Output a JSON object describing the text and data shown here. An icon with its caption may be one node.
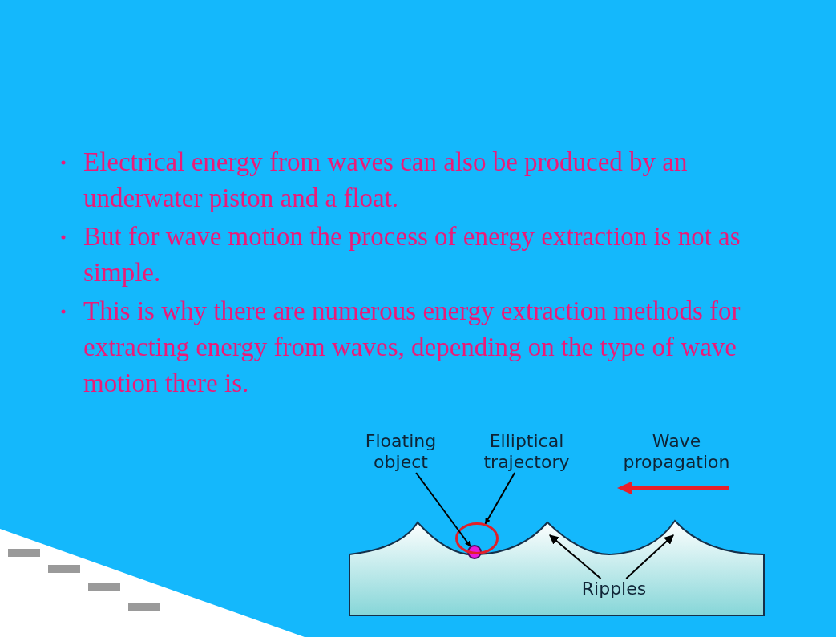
{
  "diagram": {
    "nodes": [
      {
        "text": [
          "Floating object"
        ]
      },
      {
        "text": [],
        "shape": "circle"
      },
      {
        "text": [
          "Elliptical trajectory"
        ]
      },
      {
        "text": [],
        "shape": "circle"
      },
      {
        "text": [
          "Ripples"
        ]
      }
    ],
    "edges": [
      {
        "from": 0,
        "to": 1,
        "arrow": "to"
      },
      {
        "from": 2,
        "to": 3,
        "arrow": "to"
      },
      {
        "from": 4,
        "to": null,
        "arrow": "to"
      },
      {
        "from": 4,
        "to": null,
        "arrow": "to"
      }
    ],
    "labels": [
      "Electrical energy from waves can also be produced by an underwater piston and a float.",
      "But for wave motion the process of energy extraction is not as simple.",
      "This is why there are numerous energy extraction methods for extracting energy from waves, depending on the type of wave motion there is.",
      "Wave propagation"
    ]
  }
}
